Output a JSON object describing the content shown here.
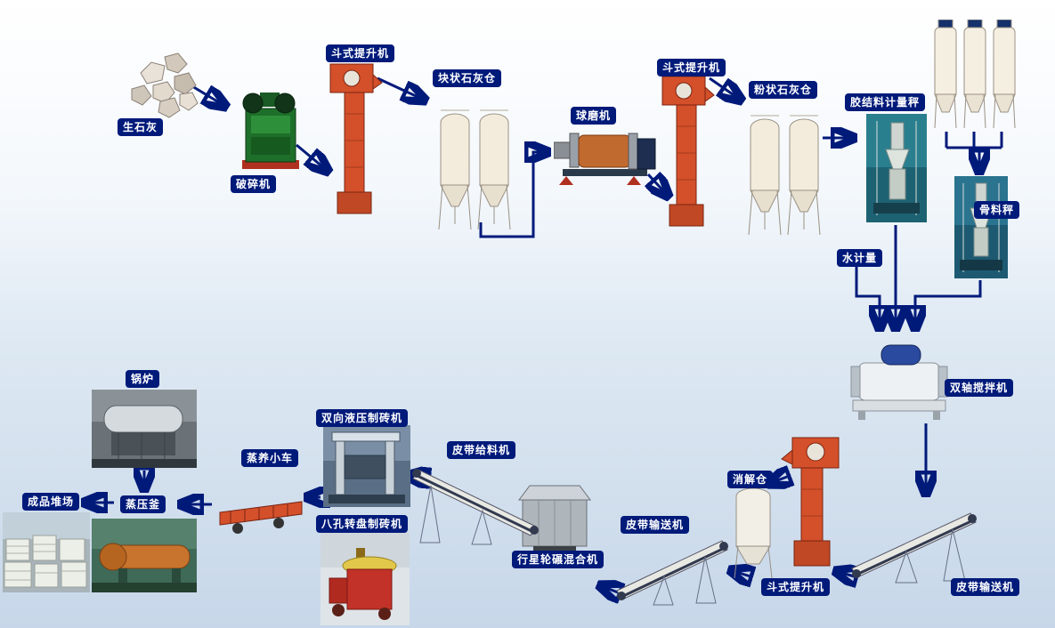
{
  "diagram": {
    "type": "process-flow",
    "language": "zh-CN",
    "arrow_color": "#001a7a",
    "label_bg": "#001a7a",
    "label_fg": "#ffffff",
    "nodes": [
      {
        "id": "quicklime",
        "label": "生石灰"
      },
      {
        "id": "crusher",
        "label": "破碎机"
      },
      {
        "id": "bucket-elevator-1",
        "label": "斗式提升机"
      },
      {
        "id": "lump-lime-silo",
        "label": "块状石灰仓"
      },
      {
        "id": "ball-mill",
        "label": "球磨机"
      },
      {
        "id": "bucket-elevator-2",
        "label": "斗式提升机"
      },
      {
        "id": "powder-lime-silo",
        "label": "粉状石灰仓"
      },
      {
        "id": "binder-metering-scale",
        "label": "胶结料计量秤"
      },
      {
        "id": "aggregate-scale",
        "label": "骨料秤"
      },
      {
        "id": "water-metering",
        "label": "水计量"
      },
      {
        "id": "twin-shaft-mixer",
        "label": "双轴搅拌机"
      },
      {
        "id": "belt-conveyor-right",
        "label": "皮带输送机"
      },
      {
        "id": "bucket-elevator-3",
        "label": "斗式提升机"
      },
      {
        "id": "digestion-silo",
        "label": "消解仓"
      },
      {
        "id": "belt-conveyor-mid",
        "label": "皮带输送机"
      },
      {
        "id": "planetary-mixer",
        "label": "行星轮碾混合机"
      },
      {
        "id": "belt-feeder",
        "label": "皮带给料机"
      },
      {
        "id": "hydraulic-brick-machine",
        "label": "双向液压制砖机"
      },
      {
        "id": "rotary-brick-machine",
        "label": "八孔转盘制砖机"
      },
      {
        "id": "steam-curing-cart",
        "label": "蒸养小车"
      },
      {
        "id": "autoclave",
        "label": "蒸压釜"
      },
      {
        "id": "boiler",
        "label": "锅炉"
      },
      {
        "id": "product-yard",
        "label": "成品堆场"
      }
    ],
    "edges": [
      {
        "from": "quicklime",
        "to": "crusher"
      },
      {
        "from": "crusher",
        "to": "bucket-elevator-1"
      },
      {
        "from": "bucket-elevator-1",
        "to": "lump-lime-silo"
      },
      {
        "from": "lump-lime-silo",
        "to": "ball-mill"
      },
      {
        "from": "ball-mill",
        "to": "bucket-elevator-2"
      },
      {
        "from": "bucket-elevator-2",
        "to": "powder-lime-silo"
      },
      {
        "from": "powder-lime-silo",
        "to": "binder-metering-scale"
      },
      {
        "from": "binder-metering-scale",
        "to": "twin-shaft-mixer"
      },
      {
        "from": "aggregate-scale",
        "to": "twin-shaft-mixer"
      },
      {
        "from": "water-metering",
        "to": "twin-shaft-mixer"
      },
      {
        "from": "twin-shaft-mixer",
        "to": "belt-conveyor-right"
      },
      {
        "from": "belt-conveyor-right",
        "to": "bucket-elevator-3"
      },
      {
        "from": "bucket-elevator-3",
        "to": "digestion-silo"
      },
      {
        "from": "digestion-silo",
        "to": "belt-conveyor-mid"
      },
      {
        "from": "belt-conveyor-mid",
        "to": "planetary-mixer"
      },
      {
        "from": "planetary-mixer",
        "to": "belt-feeder"
      },
      {
        "from": "belt-feeder",
        "to": "hydraulic-brick-machine"
      },
      {
        "from": "hydraulic-brick-machine",
        "to": "steam-curing-cart"
      },
      {
        "from": "steam-curing-cart",
        "to": "autoclave"
      },
      {
        "from": "boiler",
        "to": "autoclave"
      },
      {
        "from": "autoclave",
        "to": "product-yard"
      }
    ]
  }
}
